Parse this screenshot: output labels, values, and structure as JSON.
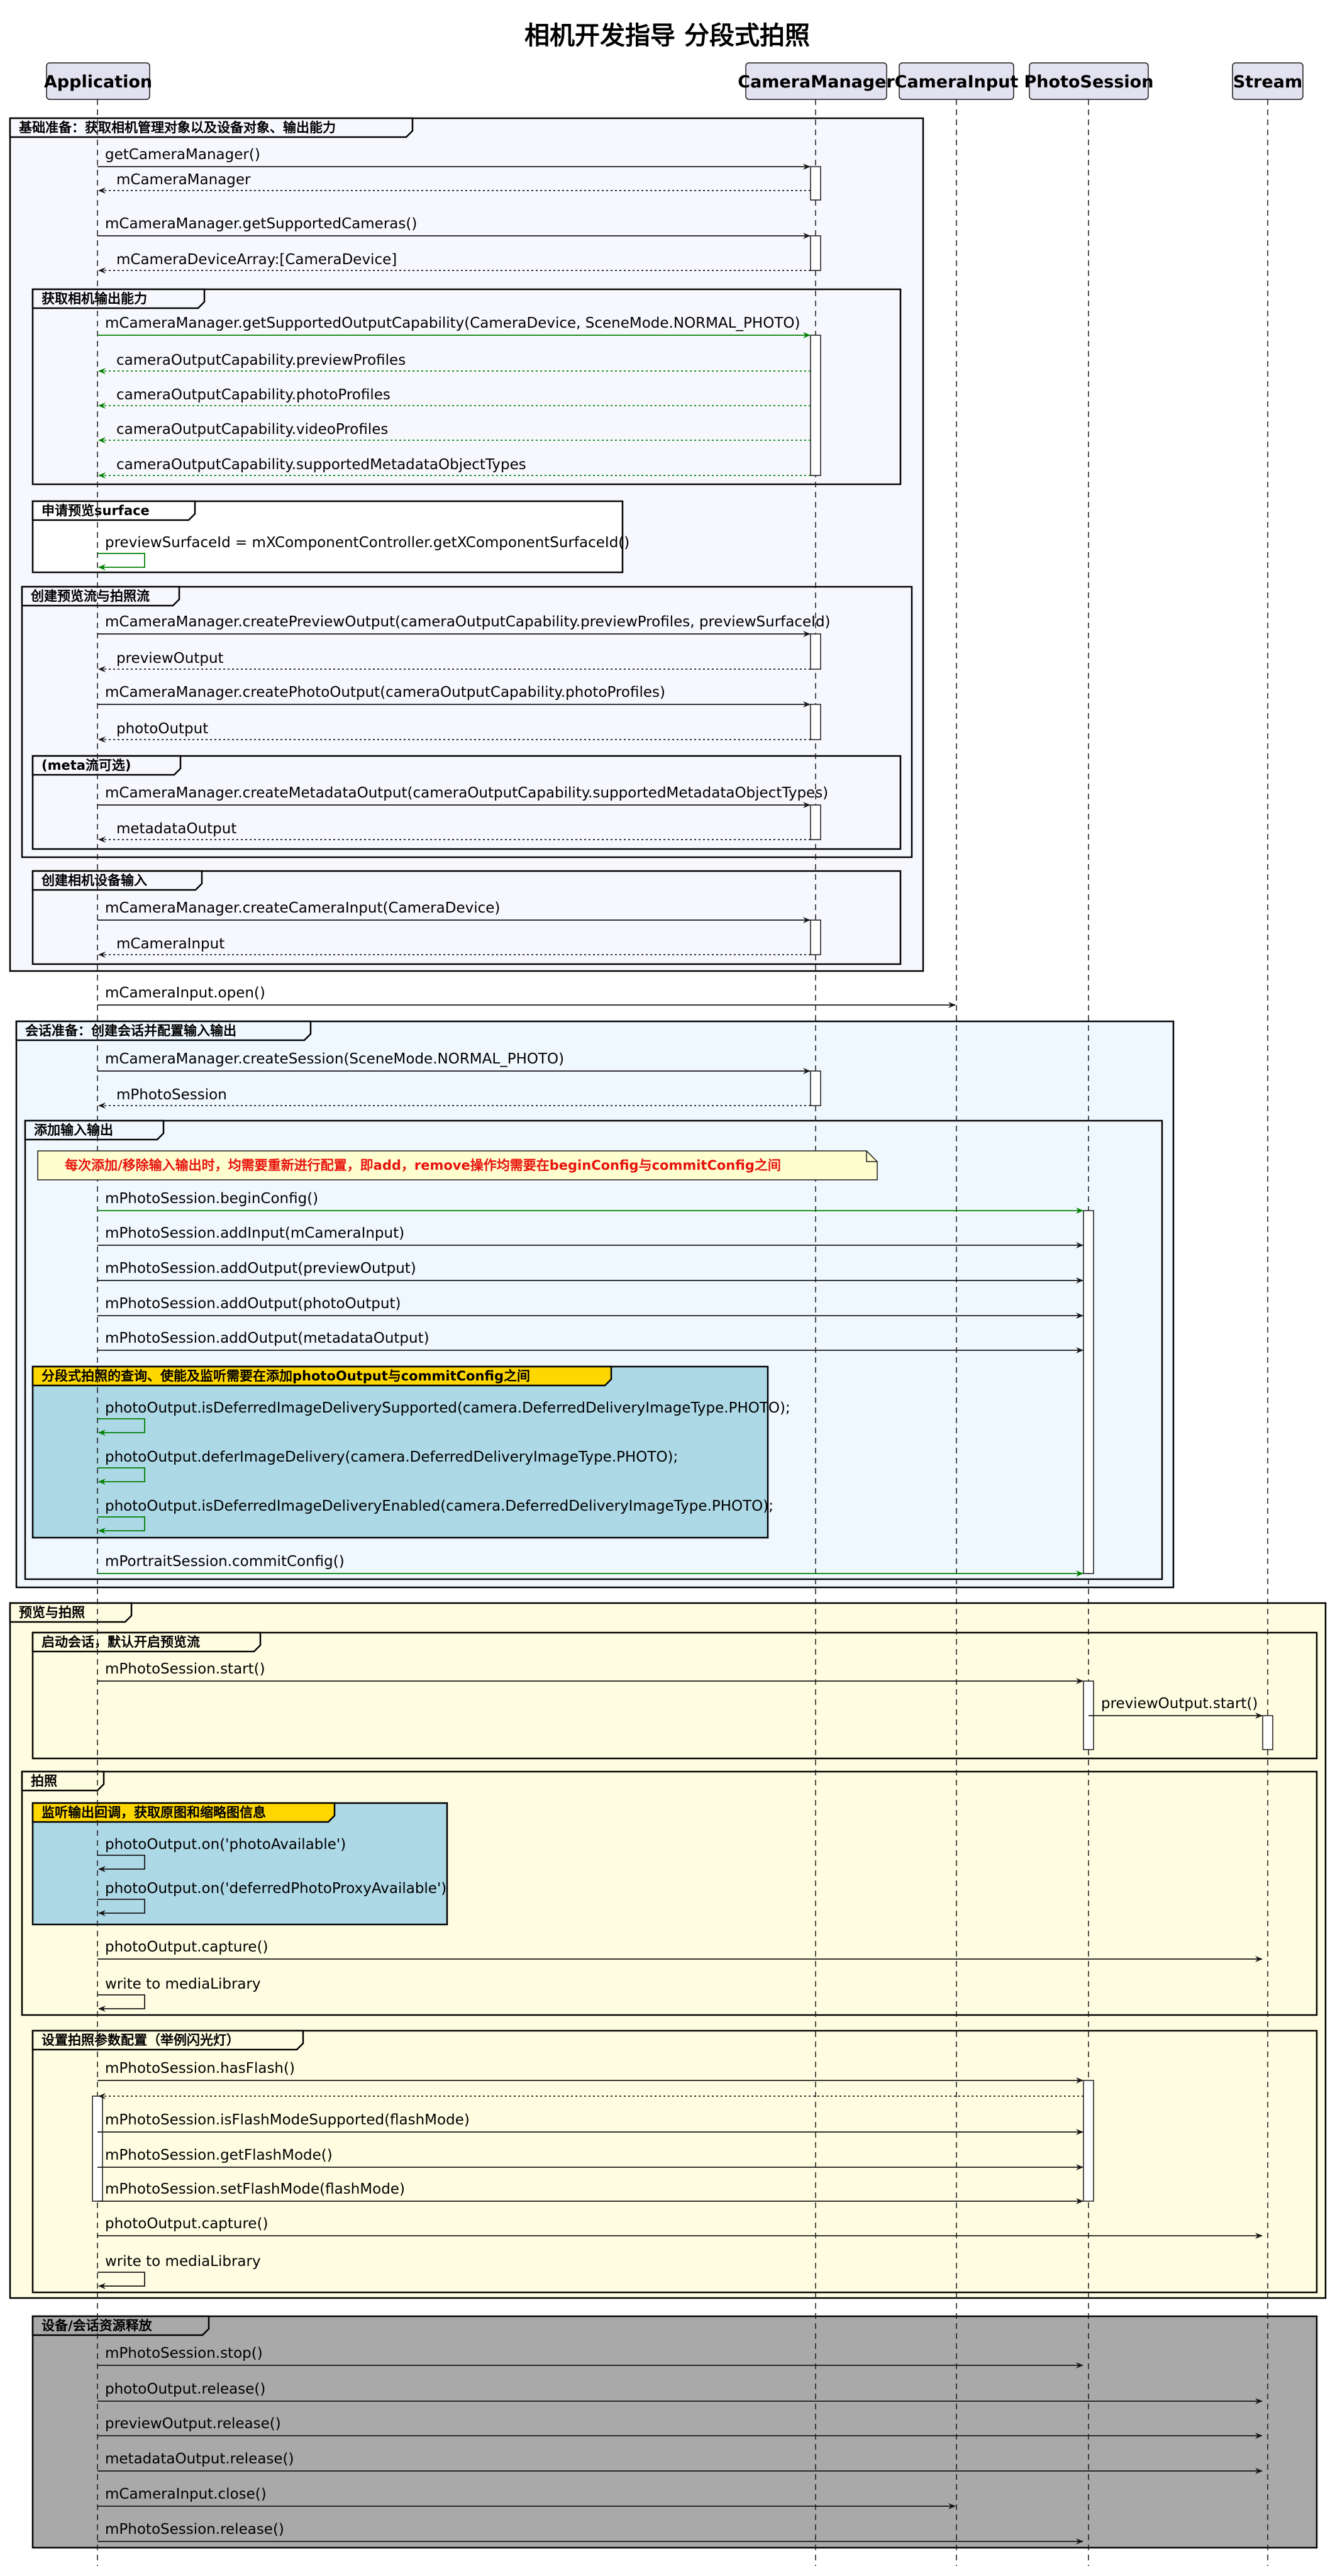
{
  "diagram": {
    "title": "相机开发指导 分段式拍照",
    "participants": [
      {
        "id": "app",
        "label": "Application"
      },
      {
        "id": "cm",
        "label": "CameraManager"
      },
      {
        "id": "ci",
        "label": "CameraInput"
      },
      {
        "id": "ps",
        "label": "PhotoSession"
      },
      {
        "id": "st",
        "label": "Stream"
      }
    ],
    "fragments": [
      {
        "label": "基础准备：获取相机管理对象以及设备对象、输出能力",
        "fill": "#f7f8fe"
      },
      {
        "label": "获取相机输出能力",
        "fill": "#f7f8fe"
      },
      {
        "label": "申请预览surface",
        "fill": "#ffffff"
      },
      {
        "label": "创建预览流与拍照流",
        "fill": "#f7f8fe"
      },
      {
        "label": "(meta流可选)",
        "fill": "#f7f8fe"
      },
      {
        "label": "创建相机设备输入",
        "fill": "#f7f8fe"
      },
      {
        "label": "会话准备：创建会话并配置输入输出",
        "fill": "#f0f8ff"
      },
      {
        "label": "添加输入输出",
        "fill": "#f0f8ff"
      },
      {
        "label": "分段式拍照的查询、使能及监听需要在添加photoOutput与commitConfig之间",
        "fill": "#add8e6",
        "tab": "#ffd700"
      },
      {
        "label": "预览与拍照",
        "fill": "#fffde1"
      },
      {
        "label": "启动会话，默认开启预览流",
        "fill": "#fffde1"
      },
      {
        "label": "拍照",
        "fill": "#fffde1"
      },
      {
        "label": "监听输出回调，获取原图和缩略图信息",
        "fill": "#add8e6",
        "tab": "#ffd700"
      },
      {
        "label": "设置拍照参数配置（举例闪光灯）",
        "fill": "#fffde1"
      },
      {
        "label": "设备/会话资源释放",
        "fill": "#a9a9a9"
      }
    ],
    "note": "每次添加/移除输入输出时，均需要重新进行配置，即add，remove操作均需要在beginConfig与commitConfig之间",
    "messages": [
      {
        "from": "app",
        "to": "cm",
        "label": "getCameraManager()",
        "kind": "call",
        "color": "#181818"
      },
      {
        "from": "cm",
        "to": "app",
        "label": "mCameraManager",
        "kind": "return",
        "color": "#181818"
      },
      {
        "from": "app",
        "to": "cm",
        "label": "mCameraManager.getSupportedCameras()",
        "kind": "call",
        "color": "#181818"
      },
      {
        "from": "cm",
        "to": "app",
        "label": "mCameraDeviceArray:[CameraDevice]",
        "kind": "return",
        "color": "#181818"
      },
      {
        "from": "app",
        "to": "cm",
        "label": "mCameraManager.getSupportedOutputCapability(CameraDevice, SceneMode.NORMAL_PHOTO)",
        "kind": "call",
        "color": "#008000"
      },
      {
        "from": "cm",
        "to": "app",
        "label": "cameraOutputCapability.previewProfiles",
        "kind": "return",
        "color": "#008000"
      },
      {
        "from": "cm",
        "to": "app",
        "label": "cameraOutputCapability.photoProfiles",
        "kind": "return",
        "color": "#008000"
      },
      {
        "from": "cm",
        "to": "app",
        "label": "cameraOutputCapability.videoProfiles",
        "kind": "return",
        "color": "#008000"
      },
      {
        "from": "cm",
        "to": "app",
        "label": "cameraOutputCapability.supportedMetadataObjectTypes",
        "kind": "return",
        "color": "#008000"
      },
      {
        "from": "app",
        "to": "app",
        "label": "previewSurfaceId = mXComponentController.getXComponentSurfaceId()",
        "kind": "self",
        "color": "#008000"
      },
      {
        "from": "app",
        "to": "cm",
        "label": "mCameraManager.createPreviewOutput(cameraOutputCapability.previewProfiles, previewSurfaceId)",
        "kind": "call",
        "color": "#181818"
      },
      {
        "from": "cm",
        "to": "app",
        "label": "previewOutput",
        "kind": "return",
        "color": "#181818"
      },
      {
        "from": "app",
        "to": "cm",
        "label": "mCameraManager.createPhotoOutput(cameraOutputCapability.photoProfiles)",
        "kind": "call",
        "color": "#181818"
      },
      {
        "from": "cm",
        "to": "app",
        "label": "photoOutput",
        "kind": "return",
        "color": "#181818"
      },
      {
        "from": "app",
        "to": "cm",
        "label": "mCameraManager.createMetadataOutput(cameraOutputCapability.supportedMetadataObjectTypes)",
        "kind": "call",
        "color": "#181818"
      },
      {
        "from": "cm",
        "to": "app",
        "label": "metadataOutput",
        "kind": "return",
        "color": "#181818"
      },
      {
        "from": "app",
        "to": "cm",
        "label": "mCameraManager.createCameraInput(CameraDevice)",
        "kind": "call",
        "color": "#181818"
      },
      {
        "from": "cm",
        "to": "app",
        "label": "mCameraInput",
        "kind": "return",
        "color": "#181818"
      },
      {
        "from": "app",
        "to": "ci",
        "label": "mCameraInput.open()",
        "kind": "call",
        "color": "#181818"
      },
      {
        "from": "app",
        "to": "cm",
        "label": "mCameraManager.createSession(SceneMode.NORMAL_PHOTO)",
        "kind": "call",
        "color": "#181818"
      },
      {
        "from": "cm",
        "to": "app",
        "label": "mPhotoSession",
        "kind": "return",
        "color": "#181818"
      },
      {
        "from": "app",
        "to": "ps",
        "label": "mPhotoSession.beginConfig()",
        "kind": "call",
        "color": "#008000"
      },
      {
        "from": "app",
        "to": "ps",
        "label": "mPhotoSession.addInput(mCameraInput)",
        "kind": "call",
        "color": "#181818"
      },
      {
        "from": "app",
        "to": "ps",
        "label": "mPhotoSession.addOutput(previewOutput)",
        "kind": "call",
        "color": "#181818"
      },
      {
        "from": "app",
        "to": "ps",
        "label": "mPhotoSession.addOutput(photoOutput)",
        "kind": "call",
        "color": "#181818"
      },
      {
        "from": "app",
        "to": "ps",
        "label": "mPhotoSession.addOutput(metadataOutput)",
        "kind": "call",
        "color": "#181818"
      },
      {
        "from": "app",
        "to": "app",
        "label": "photoOutput.isDeferredImageDeliverySupported(camera.DeferredDeliveryImageType.PHOTO);",
        "kind": "self",
        "color": "#008000"
      },
      {
        "from": "app",
        "to": "app",
        "label": "photoOutput.deferImageDelivery(camera.DeferredDeliveryImageType.PHOTO);",
        "kind": "self",
        "color": "#008000"
      },
      {
        "from": "app",
        "to": "app",
        "label": "photoOutput.isDeferredImageDeliveryEnabled(camera.DeferredDeliveryImageType.PHOTO);",
        "kind": "self",
        "color": "#008000"
      },
      {
        "from": "app",
        "to": "ps",
        "label": "mPortraitSession.commitConfig()",
        "kind": "call",
        "color": "#008000"
      },
      {
        "from": "app",
        "to": "ps",
        "label": "mPhotoSession.start()",
        "kind": "call",
        "color": "#181818"
      },
      {
        "from": "ps",
        "to": "st",
        "label": "previewOutput.start()",
        "kind": "call",
        "color": "#181818"
      },
      {
        "from": "app",
        "to": "app",
        "label": "photoOutput.on('photoAvailable')",
        "kind": "self",
        "color": "#181818"
      },
      {
        "from": "app",
        "to": "app",
        "label": "photoOutput.on('deferredPhotoProxyAvailable')",
        "kind": "self",
        "color": "#181818"
      },
      {
        "from": "app",
        "to": "st",
        "label": "photoOutput.capture()",
        "kind": "call",
        "color": "#181818"
      },
      {
        "from": "app",
        "to": "app",
        "label": "write to mediaLibrary",
        "kind": "self",
        "color": "#181818"
      },
      {
        "from": "app",
        "to": "ps",
        "label": "mPhotoSession.hasFlash()",
        "kind": "call",
        "color": "#181818"
      },
      {
        "from": "ps",
        "to": "app",
        "label": "",
        "kind": "return",
        "color": "#181818"
      },
      {
        "from": "app",
        "to": "ps",
        "label": "mPhotoSession.isFlashModeSupported(flashMode)",
        "kind": "call",
        "color": "#181818"
      },
      {
        "from": "app",
        "to": "ps",
        "label": "mPhotoSession.getFlashMode()",
        "kind": "call",
        "color": "#181818"
      },
      {
        "from": "app",
        "to": "ps",
        "label": "mPhotoSession.setFlashMode(flashMode)",
        "kind": "call",
        "color": "#181818"
      },
      {
        "from": "app",
        "to": "st",
        "label": "photoOutput.capture()",
        "kind": "call",
        "color": "#181818"
      },
      {
        "from": "app",
        "to": "app",
        "label": "write to mediaLibrary",
        "kind": "self",
        "color": "#181818"
      },
      {
        "from": "app",
        "to": "ps",
        "label": "mPhotoSession.stop()",
        "kind": "call",
        "color": "#181818"
      },
      {
        "from": "app",
        "to": "st",
        "label": "photoOutput.release()",
        "kind": "call",
        "color": "#181818"
      },
      {
        "from": "app",
        "to": "st",
        "label": "previewOutput.release()",
        "kind": "call",
        "color": "#181818"
      },
      {
        "from": "app",
        "to": "st",
        "label": "metadataOutput.release()",
        "kind": "call",
        "color": "#181818"
      },
      {
        "from": "app",
        "to": "ci",
        "label": "mCameraInput.close()",
        "kind": "call",
        "color": "#181818"
      },
      {
        "from": "app",
        "to": "ps",
        "label": "mPhotoSession.release()",
        "kind": "call",
        "color": "#181818"
      }
    ]
  }
}
